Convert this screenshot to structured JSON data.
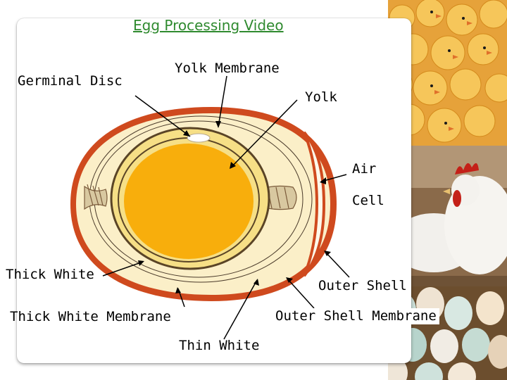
{
  "title": "Egg Processing Video",
  "labels": {
    "germinal_disc": "Germinal Disc",
    "yolk_membrane": "Yolk Membrane",
    "yolk": "Yolk",
    "air": "Air",
    "cell": "Cell",
    "thick_white": "Thick White",
    "outer_shell": "Outer Shell",
    "thick_white_membrane": "Thick White Membrane",
    "outer_shell_membrane": "Outer Shell Membrane",
    "thin_white": "Thin White"
  },
  "colors": {
    "title_link": "#2f8a2f",
    "shell": "#cf4a1e",
    "albumen": "#fbefc8",
    "yolk": "#f8ae0c",
    "yolk_ring": "#f6df86",
    "chicks_bg": "#e9a83a",
    "hen_bg": "#8a6a4a",
    "eggs_bg": "#cfe0da"
  },
  "photos": [
    "chicks-photo",
    "hens-photo",
    "eggs-photo"
  ]
}
